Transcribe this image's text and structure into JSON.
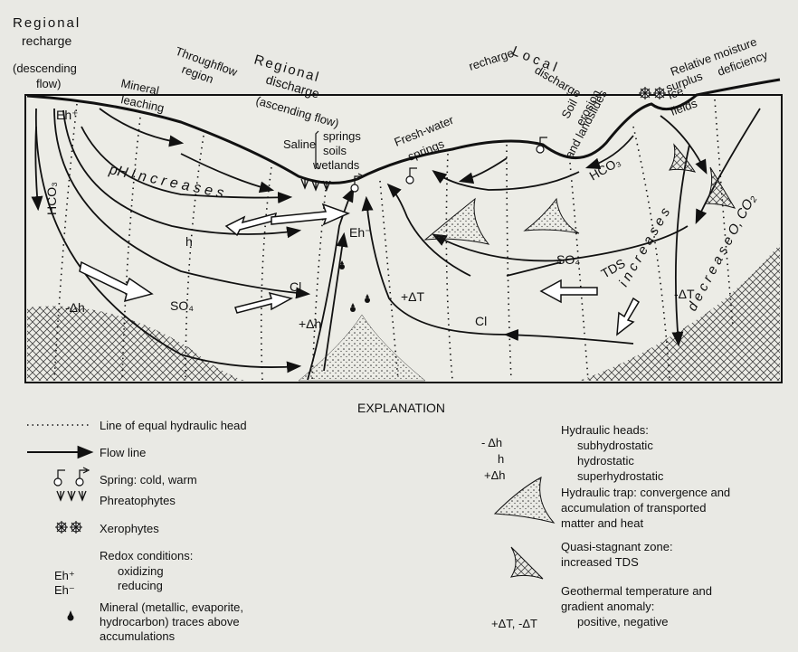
{
  "figure": {
    "labels": {
      "regional_recharge": [
        "Regional",
        "recharge",
        "(descending",
        "flow)"
      ],
      "mineral_leaching": [
        "Mineral",
        "leaching"
      ],
      "throughflow": [
        "Throughflow",
        "region"
      ],
      "regional_discharge": [
        "Regional",
        "discharge",
        "(ascending flow)"
      ],
      "saline": "Saline",
      "springs_soils_wetlands": [
        "springs",
        "soils",
        "wetlands"
      ],
      "fresh_water_springs": [
        "Fresh-water",
        "springs"
      ],
      "local": "Local",
      "local_recharge": "recharge",
      "local_discharge": "discharge",
      "soil_erosion": [
        "Soil",
        "erosion",
        "and landslides"
      ],
      "relative_moisture": [
        "Relative moisture",
        "surplus",
        "deficiency"
      ],
      "ice_fields": [
        "Ice",
        "fields"
      ],
      "eh_plus": "Eh⁺",
      "eh_minus": "Eh⁻",
      "hco3_left": "HCO₃",
      "hco3_right": "HCO₃",
      "ph_increases": "pH  i n c r e a s e s",
      "h": "h",
      "so4_left": "SO₄",
      "so4_right": "SO₄",
      "cl_left": "Cl",
      "cl_right": "Cl",
      "minus_dh": "-Δh",
      "plus_dh": "+Δh",
      "plus_dt": "+ΔT",
      "minus_dt": "-ΔT",
      "tds": "TDS",
      "increases": "i n c r e a s e s",
      "decrease_o_co2": "d e c r e a s e  O, CO₂"
    }
  },
  "explanation": {
    "title": "EXPLANATION",
    "items": {
      "equal_head": "Line of equal hydraulic head",
      "flow_line": "Flow line",
      "spring": "Spring: cold, warm",
      "phreatophytes": "Phreatophytes",
      "xerophytes": "Xerophytes",
      "redox_title": "Redox conditions:",
      "redox_ox": "oxidizing",
      "redox_red": "reducing",
      "redox_sym_ox": "Eh⁺",
      "redox_sym_red": "Eh⁻",
      "mineral": [
        "Mineral (metallic, evaporite,",
        "hydrocarbon) traces above",
        "accumulations"
      ],
      "heads_title": "Hydraulic heads:",
      "heads_sub": "subhydrostatic",
      "heads_hyd": "hydrostatic",
      "heads_super": "superhydrostatic",
      "heads_sym_sub": "- Δh",
      "heads_sym_hyd": "h",
      "heads_sym_super": "+Δh",
      "trap": [
        "Hydraulic trap: convergence and",
        "accumulation of transported",
        "matter and heat"
      ],
      "stagnant": [
        "Quasi-stagnant zone:",
        "increased TDS"
      ],
      "geothermal": [
        "Geothermal temperature and",
        "gradient anomaly:",
        "positive, negative"
      ],
      "geothermal_sym": "+ΔT, -ΔT"
    }
  }
}
